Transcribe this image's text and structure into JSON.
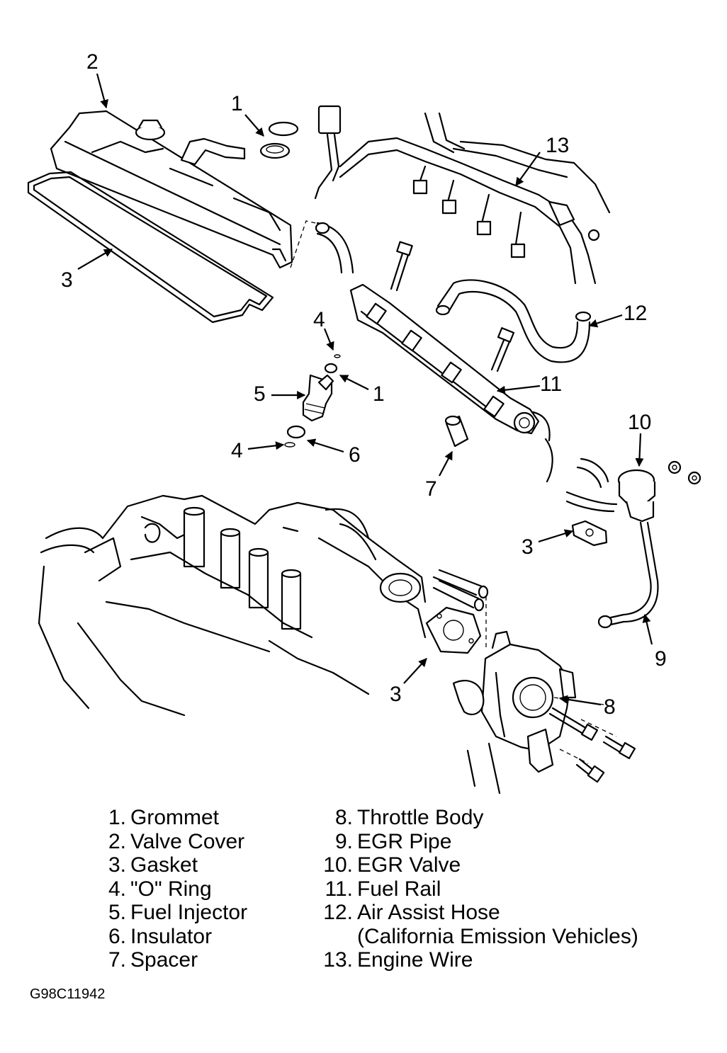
{
  "callouts": {
    "c1a": "1",
    "c1b": "1",
    "c2": "2",
    "c3a": "3",
    "c3b": "3",
    "c3c": "3",
    "c4a": "4",
    "c4b": "4",
    "c5": "5",
    "c6": "6",
    "c7": "7",
    "c8": "8",
    "c9": "9",
    "c10": "10",
    "c11": "11",
    "c12": "12",
    "c13": "13"
  },
  "legend": {
    "left": [
      {
        "num": "1.",
        "label": "Grommet"
      },
      {
        "num": "2.",
        "label": "Valve Cover"
      },
      {
        "num": "3.",
        "label": "Gasket"
      },
      {
        "num": "4.",
        "label": "\"O\" Ring"
      },
      {
        "num": "5.",
        "label": "Fuel Injector"
      },
      {
        "num": "6.",
        "label": "Insulator"
      },
      {
        "num": "7.",
        "label": "Spacer"
      }
    ],
    "right": [
      {
        "num": "8.",
        "label": "Throttle Body"
      },
      {
        "num": "9.",
        "label": "EGR Pipe"
      },
      {
        "num": "10.",
        "label": "EGR Valve"
      },
      {
        "num": "11.",
        "label": "Fuel Rail"
      },
      {
        "num": "12.",
        "label": "Air Assist Hose"
      },
      {
        "num": "",
        "label": "(California Emission Vehicles)"
      },
      {
        "num": "13.",
        "label": "Engine Wire"
      }
    ]
  },
  "figure_code": "G98C11942"
}
